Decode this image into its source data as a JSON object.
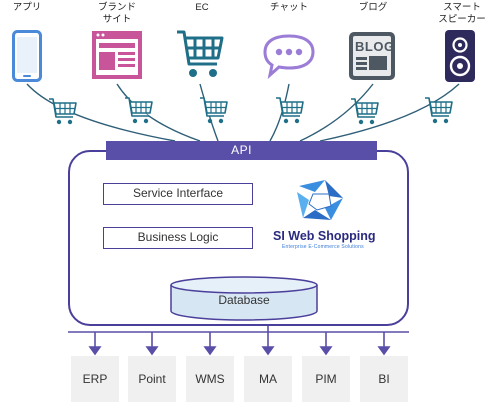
{
  "channels": [
    {
      "label": "アプリ",
      "icon": "smartphone-icon"
    },
    {
      "label": "ブランド\nサイト",
      "icon": "brand-site-icon"
    },
    {
      "label": "EC",
      "icon": "shopping-cart-icon"
    },
    {
      "label": "チャット",
      "icon": "chat-bubble-icon"
    },
    {
      "label": "ブログ",
      "icon": "blog-icon"
    },
    {
      "label": "スマート\nスピーカー",
      "icon": "smart-speaker-icon"
    }
  ],
  "api_label": "API",
  "service_interface": "Service Interface",
  "business_logic": "Business Logic",
  "database": "Database",
  "brand": {
    "name": "SI Web Shopping",
    "subtitle": "Enterprise E-Commerce Solutions"
  },
  "blog_icon_text": "BLOG",
  "systems": [
    "ERP",
    "Point",
    "WMS",
    "MA",
    "PIM",
    "BI"
  ],
  "colors": {
    "primary": "#5a4fa8",
    "pink": "#c8559a",
    "blue": "#4a8ad8",
    "teal": "#1f6f88"
  }
}
